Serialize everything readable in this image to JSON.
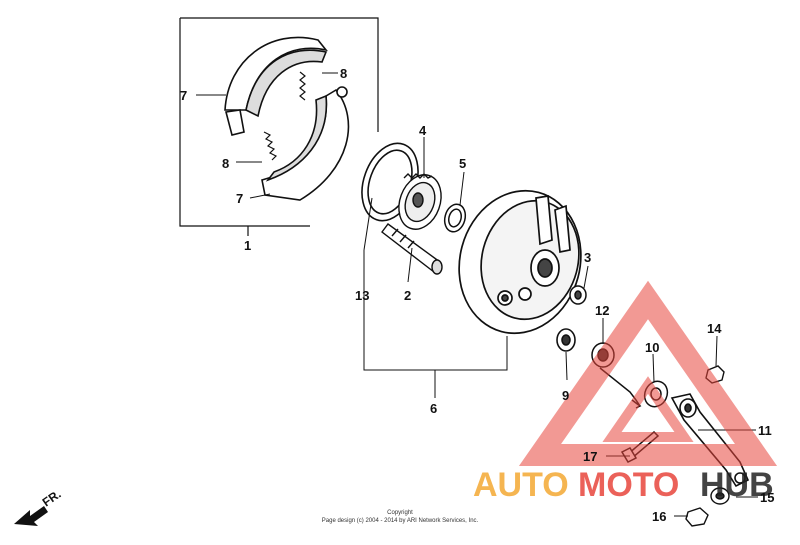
{
  "callouts": [
    "1",
    "2",
    "3",
    "4",
    "5",
    "6",
    "7",
    "7",
    "8",
    "8",
    "9",
    "10",
    "11",
    "12",
    "13",
    "14",
    "15",
    "16",
    "17"
  ],
  "direction": "FR.",
  "copyright": {
    "line1": "Copyright",
    "line2": "Page design (c) 2004 - 2014 by ARI Network Services, Inc."
  },
  "watermark": {
    "part1": "AUTO",
    "part2": "MOTO",
    "part3": "HUB",
    "color_orange": "#f3a833",
    "color_red": "#e8453c",
    "color_dark": "#222222"
  }
}
